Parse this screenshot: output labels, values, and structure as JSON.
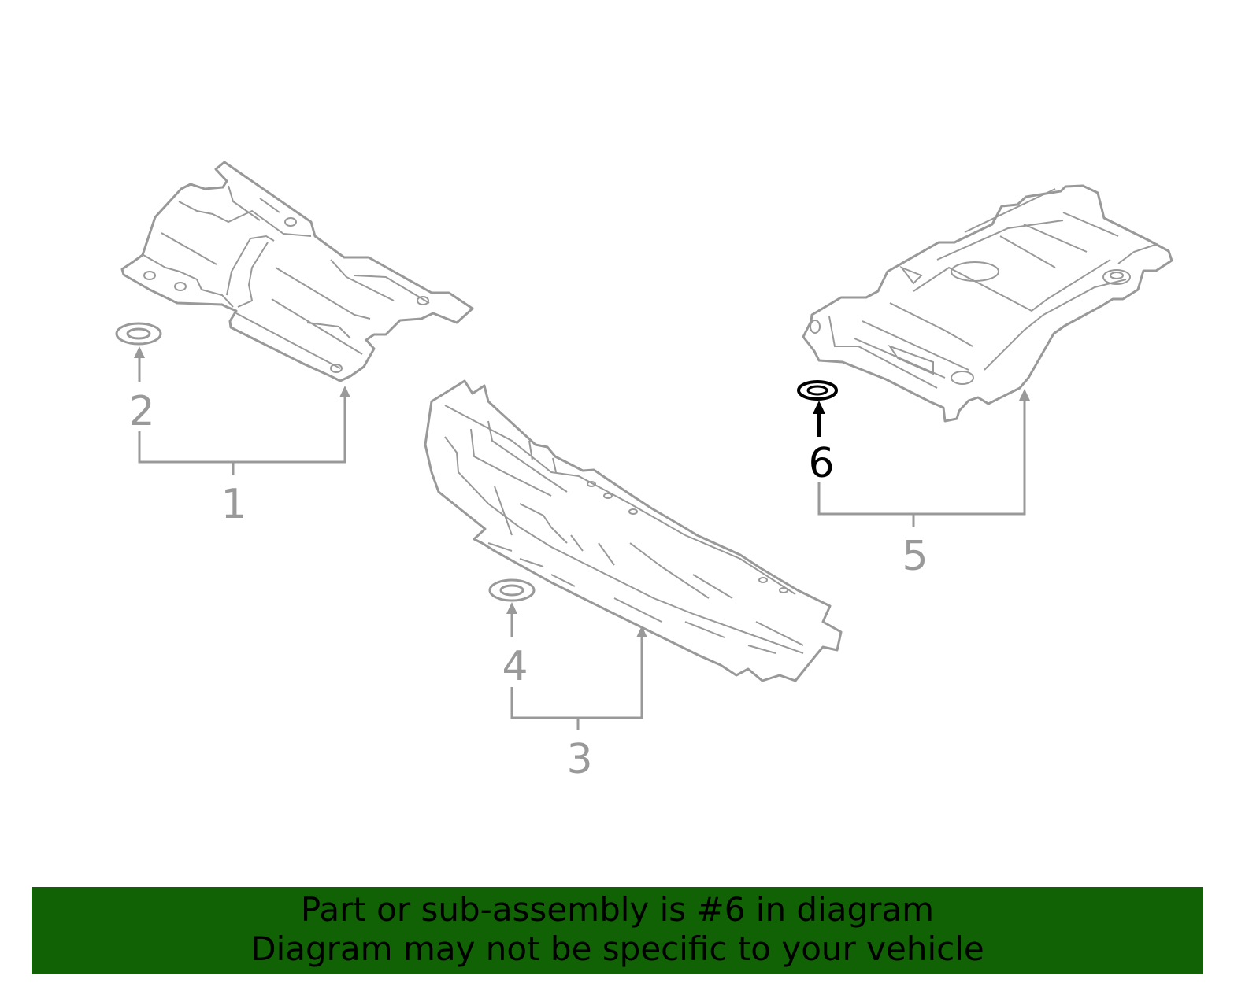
{
  "diagram": {
    "callouts": [
      "1",
      "2",
      "3",
      "4",
      "5",
      "6"
    ],
    "selected_callout": "6",
    "colors": {
      "line": "#999999",
      "selected": "#000000",
      "banner": "#116105"
    }
  },
  "banner": {
    "line1": "Part or sub-assembly is #6 in diagram",
    "line2": "Diagram may not be specific to your vehicle"
  }
}
